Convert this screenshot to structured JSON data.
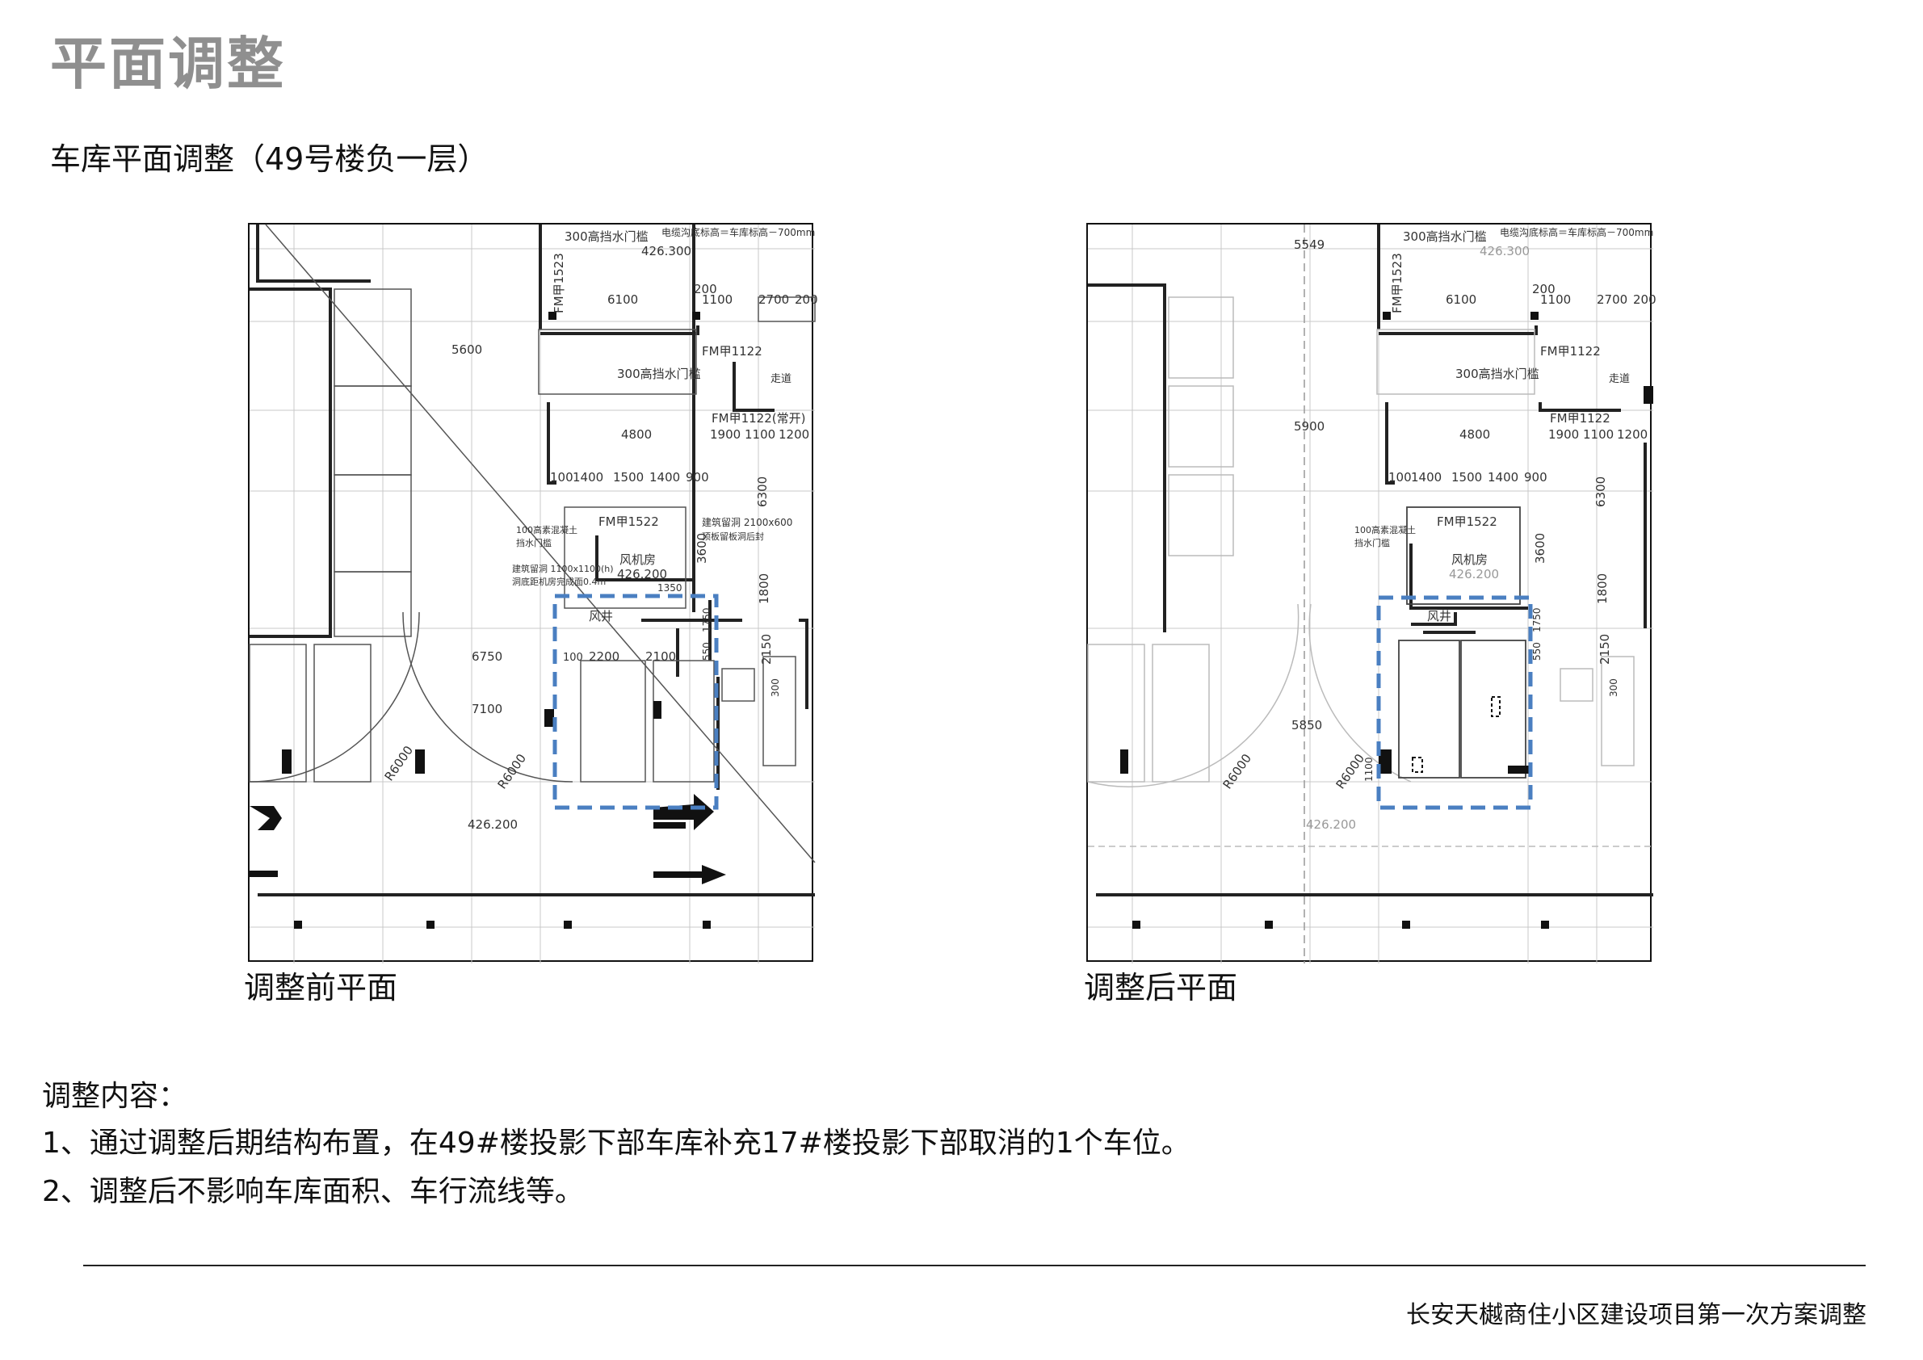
{
  "header": {
    "title": "平面调整",
    "subtitle": "车库平面调整（49号楼负一层）"
  },
  "plans": {
    "before": {
      "caption": "调整前平面",
      "labels": {
        "door_sill_top": "300高挡水门槛",
        "cable_note": "电缆沟底标高＝车库标高－700mm",
        "elev_top": "426.300",
        "fm1523": "FM甲1523",
        "d6100": "6100",
        "d200a": "200",
        "d1100a": "1100",
        "d2700": "2700",
        "d200b": "200",
        "d5600": "5600",
        "fm1122a": "FM甲1122",
        "door_sill_mid": "300高挡水门槛",
        "corridor": "走道",
        "fm1122b": "FM甲1122(常开)",
        "d4800": "4800",
        "d1900": "1900",
        "d1100b": "1100",
        "d1200": "1200",
        "row100": "100",
        "row1400a": "1400",
        "row1500": "1500",
        "row1400b": "1400",
        "row900": "900",
        "d6300": "6300",
        "fm1522": "FM甲1522",
        "shaft_note": "建筑留洞 2100x600",
        "shaft_note2": "顶板留板洞后封",
        "sill_100": "100高素混凝土",
        "sill_100b": "挡水门槛",
        "vent_note": "建筑留洞 1100x1100(h)",
        "vent_note2": "洞底距机房完成面0.4m",
        "fan_room": "风机房",
        "elev_fan": "426.200",
        "d1350": "1350",
        "d3600": "3600",
        "d1800": "1800",
        "vent_shaft": "风井",
        "d1750": "1750",
        "d6750": "6750",
        "d100": "100",
        "d2200": "2200",
        "d2100": "2100",
        "d550": "550",
        "d2150": "2150",
        "d7100": "7100",
        "r6000a": "R6000",
        "r6000b": "R6000",
        "elev_bottom": "426.200",
        "d300": "300"
      }
    },
    "after": {
      "caption": "调整后平面",
      "labels": {
        "d5549": "5549",
        "door_sill_top": "300高挡水门槛",
        "cable_note": "电缆沟底标高＝车库标高－700mm",
        "elev_top": "426.300",
        "fm1523": "FM甲1523",
        "d6100": "6100",
        "d200a": "200",
        "d1100a": "1100",
        "d2700": "2700",
        "d200b": "200",
        "fm1122a": "FM甲1122",
        "door_sill_mid": "300高挡水门槛",
        "corridor": "走道",
        "fm1122b": "FM甲1122",
        "d5900": "5900",
        "d4800": "4800",
        "d1900": "1900",
        "d1100b": "1100",
        "d1200": "1200",
        "row100": "100",
        "row1400a": "1400",
        "row1500": "1500",
        "row1400b": "1400",
        "row900": "900",
        "d6300": "6300",
        "fm1522": "FM甲1522",
        "sill_100": "100高素混凝土",
        "sill_100b": "挡水门槛",
        "fan_room": "风机房",
        "elev_fan": "426.200",
        "d3600": "3600",
        "d1800": "1800",
        "vent_shaft": "风井",
        "d1750": "1750",
        "d550": "550",
        "d2150": "2150",
        "d5850": "5850",
        "r6000a": "R6000",
        "r6000b": "R6000",
        "elev_bottom": "426.200",
        "d1100c": "1100",
        "d300": "300"
      }
    }
  },
  "notes": {
    "heading": "调整内容：",
    "item1": "1、通过调整后期结构布置，在49#楼投影下部车库补充17#楼投影下部取消的1个车位。",
    "item2": "2、调整后不影响车库面积、车行流线等。"
  },
  "footer": {
    "project": "长安天樾商住小区建设项目第一次方案调整"
  },
  "colors": {
    "title_gray": "#8f8f8f",
    "highlight_box": "#4a7fc1"
  }
}
